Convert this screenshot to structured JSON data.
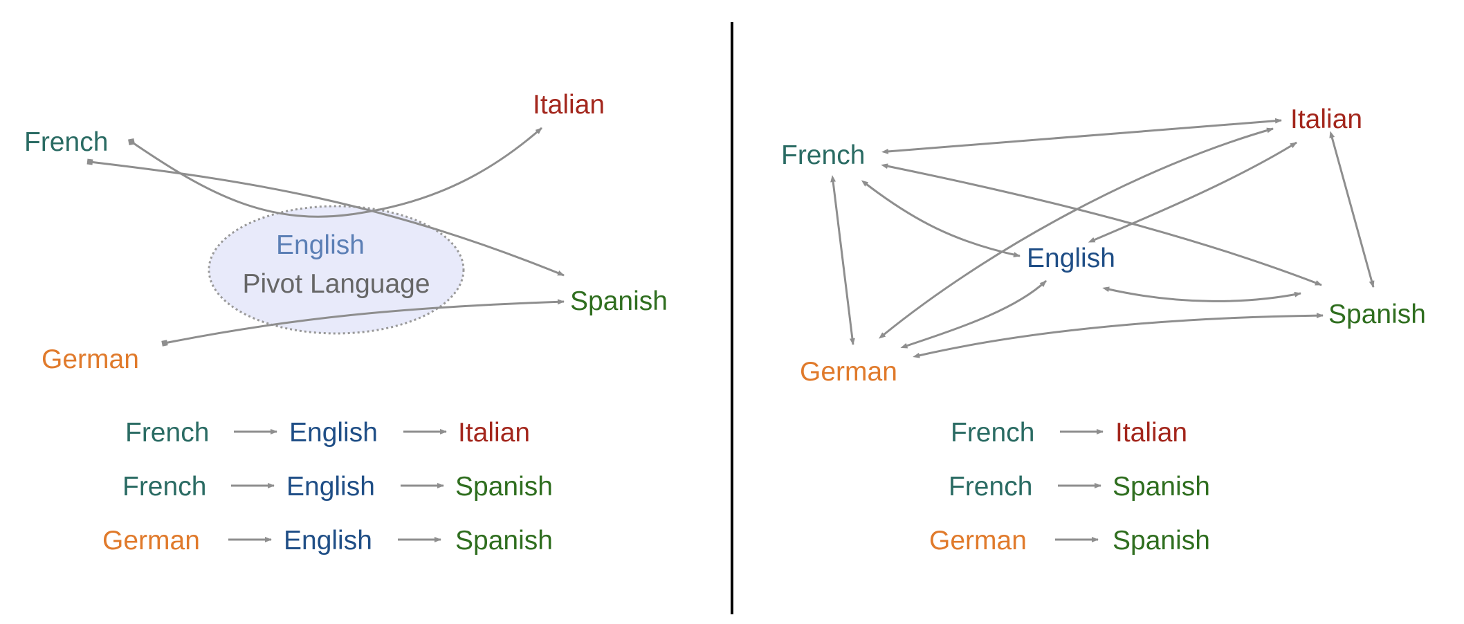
{
  "colors": {
    "french": "#2a6b63",
    "english": "#1f4e86",
    "english_pivot": "#5b7fb5",
    "italian": "#a3261c",
    "spanish": "#2f6e1f",
    "german": "#e07a2b",
    "pivot_text": "#666666",
    "arrow": "#8e8e8e",
    "divider": "#000000",
    "ellipse_fill": "#e8eafa",
    "ellipse_stroke": "#999999"
  },
  "left_panel": {
    "nodes": {
      "french": "French",
      "italian": "Italian",
      "english": "English",
      "pivot": "Pivot Language",
      "spanish": "Spanish",
      "german": "German"
    },
    "paths": [
      [
        "French",
        "English",
        "Italian"
      ],
      [
        "French",
        "English",
        "Spanish"
      ],
      [
        "German",
        "English",
        "Spanish"
      ]
    ]
  },
  "right_panel": {
    "nodes": {
      "french": "French",
      "italian": "Italian",
      "english": "English",
      "spanish": "Spanish",
      "german": "German"
    },
    "paths": [
      [
        "French",
        "Italian"
      ],
      [
        "French",
        "Spanish"
      ],
      [
        "German",
        "Spanish"
      ]
    ]
  }
}
